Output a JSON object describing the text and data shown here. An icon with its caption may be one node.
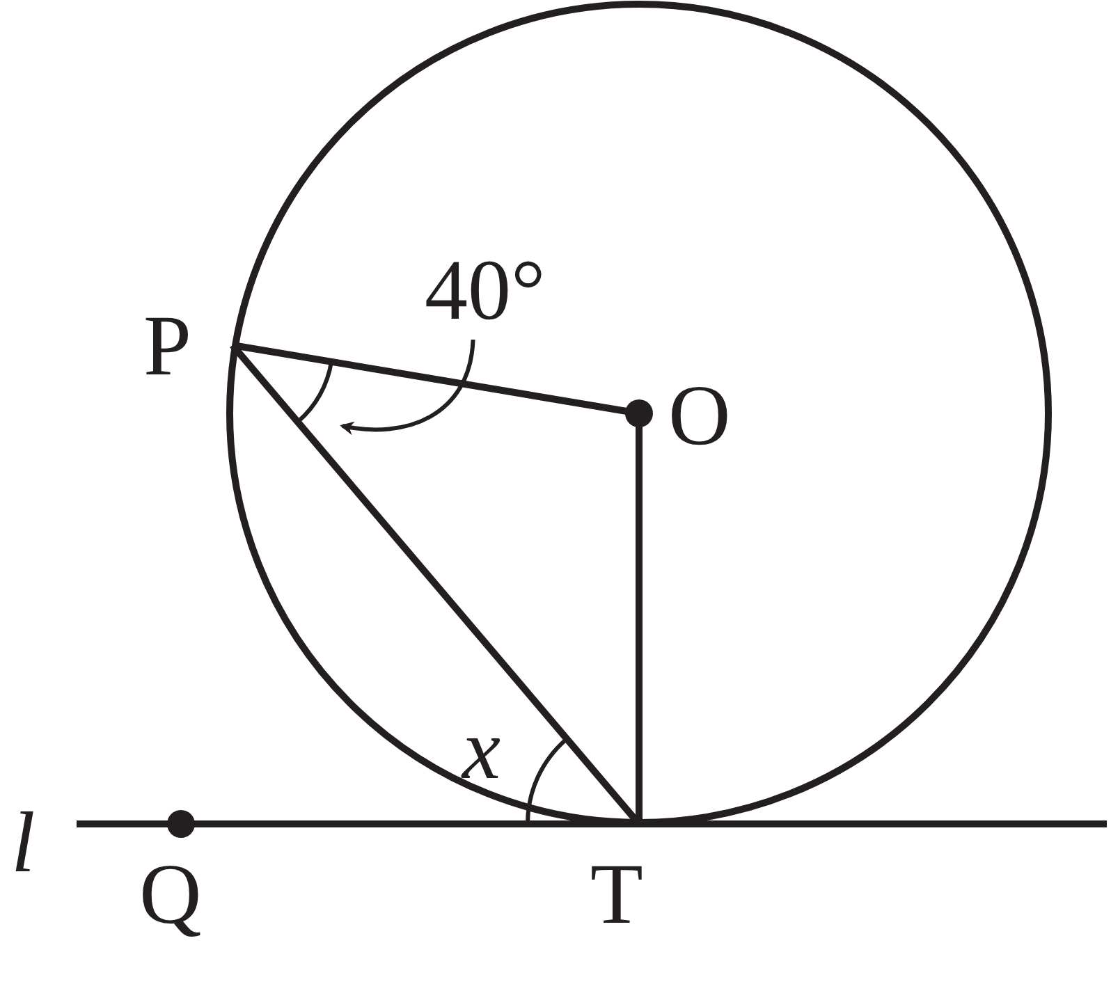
{
  "diagram": {
    "nodes": [
      {
        "text": [
          "40°"
        ]
      },
      {
        "text": [],
        "shape": "arc"
      }
    ],
    "edges": [
      {
        "from": 0,
        "to": 1,
        "arrow": "to"
      }
    ],
    "labels": [
      "P",
      "O",
      "x",
      "l",
      "T",
      "Q"
    ]
  }
}
